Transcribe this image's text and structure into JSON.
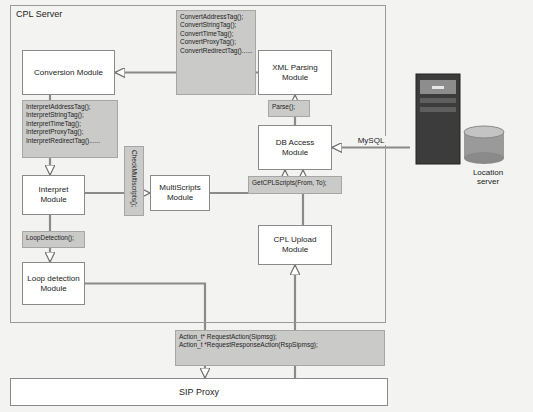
{
  "diagram": {
    "nodes": [
      {
        "text": [
          "CPL Server"
        ]
      },
      {
        "text": [
          "Conversion Module"
        ],
        "in": 0
      },
      {
        "text": [
          "ConvertAddressTag();",
          "ConvertStringTag();",
          "ConvertTimeTag();",
          "ConvertProxyTag();",
          "ConvertRedirectTag()......"
        ],
        "in": 0
      },
      {
        "text": [
          "XML Parsing Module"
        ],
        "in": 0
      },
      {
        "text": [
          "Parse();"
        ],
        "in": 0
      },
      {
        "text": [
          "InterpretAddressTag();",
          "InterpretStringTag();",
          "InterpretTimeTag();",
          "InterpretProxyTag();",
          "InterpretRedirectTag()......"
        ],
        "in": 0
      },
      {
        "text": [
          "DB Access Module"
        ],
        "in": 0
      },
      {
        "text": [
          "CheckMultiscripts();"
        ],
        "in": 0
      },
      {
        "text": [
          "Interpret Module"
        ],
        "in": 0
      },
      {
        "text": [
          "MultiScripts Module"
        ],
        "in": 0
      },
      {
        "text": [
          "GetCPLScripts(From, To);"
        ],
        "in": 0
      },
      {
        "text": [
          "LoopDetection();"
        ],
        "in": 0
      },
      {
        "text": [
          "CPL Upload Module"
        ],
        "in": 0
      },
      {
        "text": [
          "Loop detection Module"
        ],
        "in": 0
      },
      {
        "text": [
          "Location server"
        ]
      },
      {
        "text": [
          "Action_t* RequestAction(Sipmsg);",
          "Action_t *RequestResponseAction(RspSipmsg);"
        ]
      },
      {
        "text": [
          "SIP Proxy"
        ]
      }
    ],
    "edges": [
      {
        "from": 3,
        "to": 1,
        "arrow": "to"
      },
      {
        "from": 6,
        "to": 3,
        "arrow": "to"
      },
      {
        "from": 14,
        "to": 6,
        "label": "MySQL",
        "arrow": "to"
      },
      {
        "from": 1,
        "to": 8,
        "arrow": "to"
      },
      {
        "from": 8,
        "to": 9,
        "arrow": "to"
      },
      {
        "from": 9,
        "to": 6,
        "arrow": "to"
      },
      {
        "from": 8,
        "to": 13,
        "arrow": "to"
      },
      {
        "from": 13,
        "to": 16,
        "arrow": "to"
      },
      {
        "from": 16,
        "to": 12,
        "arrow": "to"
      },
      {
        "from": 12,
        "to": 6,
        "arrow": "to"
      }
    ]
  }
}
